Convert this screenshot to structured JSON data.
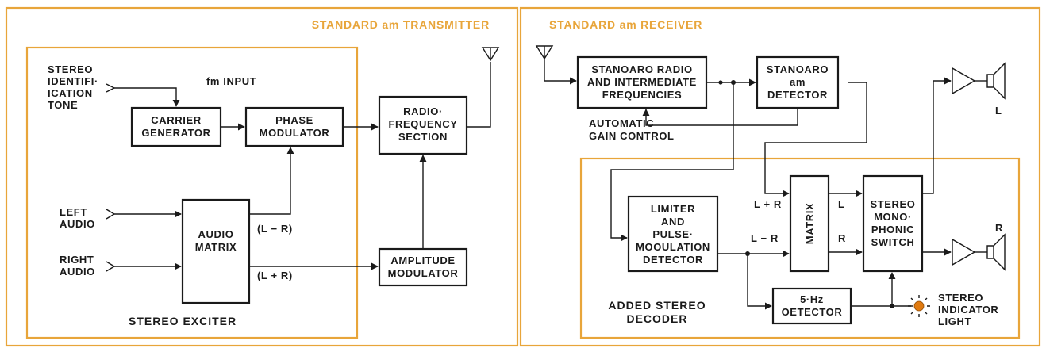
{
  "colors": {
    "frame": "#e8a53a",
    "ink": "#1a1a1a",
    "lamp": "#e07a10"
  },
  "transmitter": {
    "header": "STANDARD am TRANSMITTER",
    "exciter_label": "STEREO EXCITER",
    "inputs": {
      "stereo_tone": [
        "STEREO",
        "IDENTIFI·",
        "ICATION",
        "TONE"
      ],
      "left_audio": [
        "LEFT",
        "AUDIO"
      ],
      "right_audio": [
        "RIGHT",
        "AUDIO"
      ]
    },
    "fm_input": "fm INPUT",
    "blocks": {
      "carrier_generator": [
        "CARRIER",
        "GENERATOR"
      ],
      "phase_modulator": [
        "PHASE",
        "MODULATOR"
      ],
      "rf_section": [
        "RADIO·",
        "FREQUENCY",
        "SECTION"
      ],
      "audio_matrix": [
        "AUDIO",
        "MATRIX"
      ],
      "amplitude_modulator": [
        "AMPLITUDE",
        "MODULATOR"
      ]
    },
    "signals": {
      "diff": "(L − R)",
      "sum": "(L + R)"
    }
  },
  "receiver": {
    "header": "STANDARD am RECEIVER",
    "decoder_label": [
      "ADDED STEREO",
      "DECODER"
    ],
    "agc_label": [
      "AUTOMATIC",
      "GAIN CONTROL"
    ],
    "blocks": {
      "radio_if": [
        "STANOARO RADIO",
        "AND INTERMEDIATE",
        "FREQUENCIES"
      ],
      "am_detector": [
        "STANOARO",
        "am",
        "DETECTOR"
      ],
      "limiter": [
        "LIMITER",
        "AND",
        "PULSE·",
        "MOOULATION",
        "DETECTOR"
      ],
      "matrix": "MATRIX",
      "switch": [
        "STEREO",
        "MONO·",
        "PHONIC",
        "SWITCH"
      ],
      "hz_detector": [
        "5·Hz",
        "OETECTOR"
      ]
    },
    "signals": {
      "sum": "L + R",
      "diff": "L − R",
      "left": "L",
      "right": "R"
    },
    "speakers": {
      "left": "L",
      "right": "R"
    },
    "indicator_label": [
      "STEREO",
      "INDICATOR",
      "LIGHT"
    ]
  }
}
